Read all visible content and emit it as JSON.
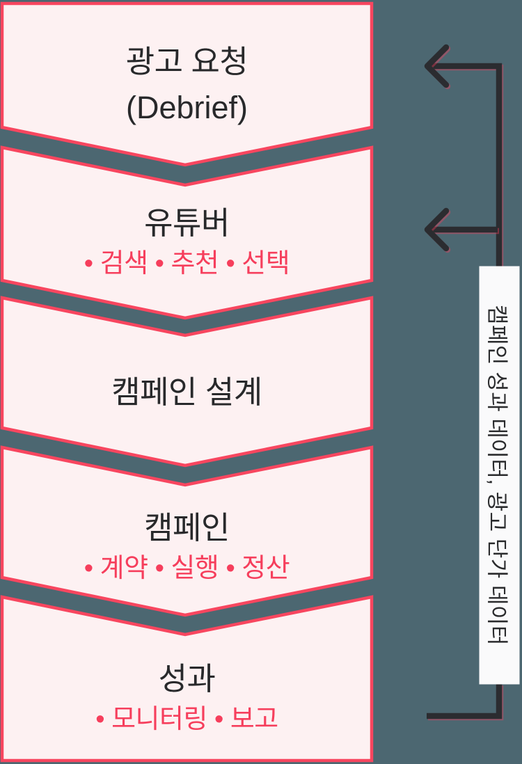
{
  "diagram": {
    "steps": [
      {
        "title": "광고 요청",
        "subtitle": "(Debrief)"
      },
      {
        "title": "유튜버",
        "substeps": "• 검색 • 추천 • 선택"
      },
      {
        "title": "캠페인 설계"
      },
      {
        "title": "캠페인",
        "substeps": "• 계약 • 실행 • 정산"
      },
      {
        "title": "성과",
        "substeps": "• 모니터링 • 보고"
      }
    ],
    "feedback_label": "캠페인 성과 데이터, 광고 단가 데이터",
    "colors": {
      "background": "#4C6771",
      "step_fill": "#FDF1F2",
      "step_border": "#F8465F",
      "accent_text": "#F63E5C",
      "title_text": "#28292B",
      "arrow": "#2B2C30",
      "label_bg": "#FAFAFB"
    }
  }
}
